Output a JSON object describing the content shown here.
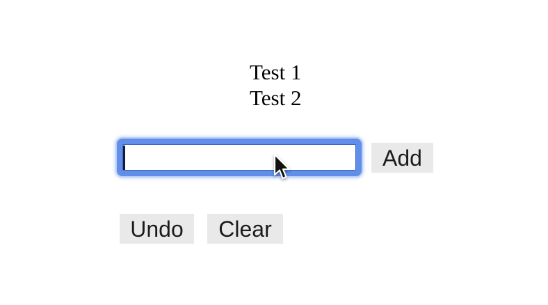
{
  "page": {
    "background_color": "#ffffff"
  },
  "todo_list": {
    "items": [
      "Test 1",
      "Test 2"
    ]
  },
  "entry_form": {
    "text_input": {
      "value": "",
      "placeholder": "",
      "focused": true
    },
    "add_button_label": "Add"
  },
  "action_bar": {
    "undo_button_label": "Undo",
    "clear_button_label": "Clear"
  },
  "cursor": {
    "type": "arrow-pointer"
  },
  "colors": {
    "page_background": "#ffffff",
    "text_color": "#000000",
    "focus_ring_color": "#618ee8",
    "focus_ring_halo": "#bcd0f6",
    "focus_ring_inner_border": "#3a63c4",
    "button_background": "#e9e9e9",
    "button_text": "#1c1c1c"
  }
}
